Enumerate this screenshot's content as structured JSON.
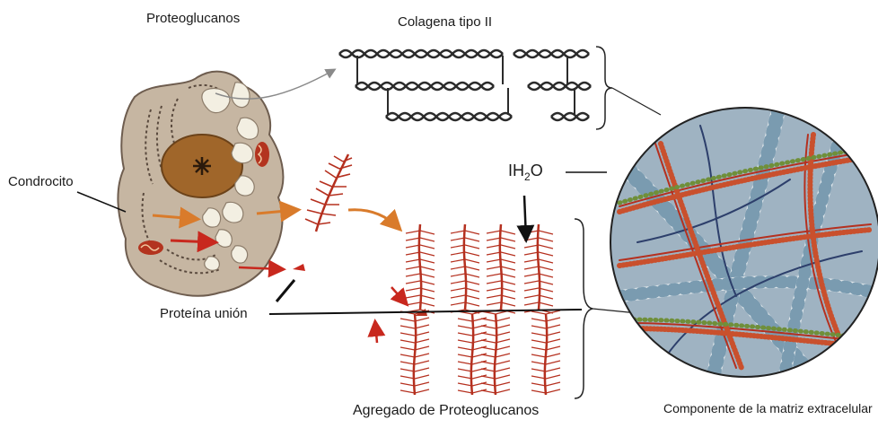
{
  "labels": {
    "proteoglucanos": "Proteoglucanos",
    "colagena": "Colagena tipo II",
    "condrocito": "Condrocito",
    "proteina_union": "Proteína unión",
    "agregado": "Agregado de Proteoglucanos",
    "componente": "Componente de la matriz extracelular",
    "h2o_prefix": "IH",
    "h2o_sub": "2",
    "h2o_suffix": "O"
  },
  "colors": {
    "cell_fill": "#c6b6a2",
    "cell_edge": "#6e5d4f",
    "nucleus": "#a0662a",
    "vesicle": "#f3efe2",
    "collagen": "#2b2b2b",
    "proteoglycan": "#b5301f",
    "arrow_orange": "#d97b2b",
    "arrow_red": "#c8281e",
    "circle_bg": "#9fb3c2",
    "fibril": "#dfe6ea"
  }
}
